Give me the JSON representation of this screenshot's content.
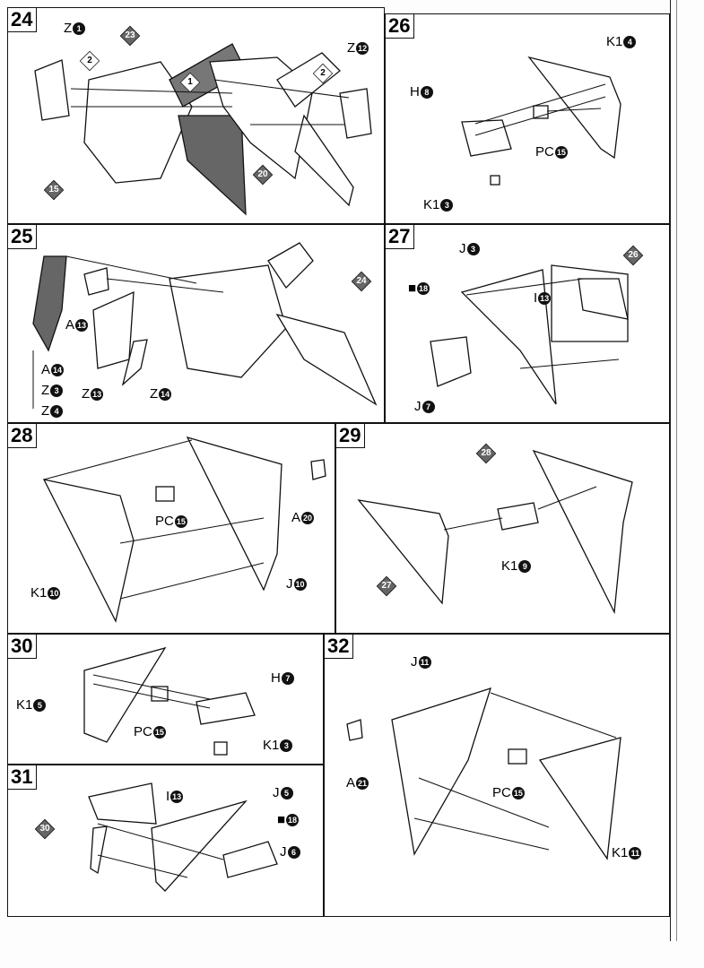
{
  "steps": {
    "s24": {
      "num": "24",
      "labels": [
        "Z",
        "Z"
      ],
      "circ": [
        "1",
        "12"
      ],
      "arrows": [
        "2",
        "2",
        "1"
      ],
      "refs": [
        "23",
        "15",
        "20"
      ]
    },
    "s25": {
      "num": "25",
      "labels": [
        "A",
        "Z",
        "Z",
        "A",
        "Z",
        "Z"
      ],
      "circ": [
        "13",
        "13",
        "14",
        "14",
        "3",
        "4"
      ],
      "refs": [
        "24"
      ]
    },
    "s26": {
      "num": "26",
      "labels": [
        "K1",
        "H",
        "PC",
        "K1"
      ],
      "circ": [
        "4",
        "8",
        "15",
        "3"
      ]
    },
    "s27": {
      "num": "27",
      "labels": [
        "J",
        "I",
        "J"
      ],
      "circ": [
        "3",
        "13",
        "7",
        "18"
      ],
      "refs": [
        "26"
      ]
    },
    "s28": {
      "num": "28",
      "labels": [
        "PC",
        "A",
        "K1",
        "J"
      ],
      "circ": [
        "15",
        "20",
        "10",
        "10"
      ]
    },
    "s29": {
      "num": "29",
      "labels": [
        "K1"
      ],
      "circ": [
        "9"
      ],
      "refs": [
        "28",
        "27"
      ]
    },
    "s30": {
      "num": "30",
      "labels": [
        "K1",
        "H",
        "PC",
        "K1"
      ],
      "circ": [
        "5",
        "7",
        "15",
        "3"
      ]
    },
    "s31": {
      "num": "31",
      "labels": [
        "I",
        "J",
        "J"
      ],
      "circ": [
        "13",
        "5",
        "6",
        "18"
      ],
      "refs": [
        "30"
      ]
    },
    "s32": {
      "num": "32",
      "labels": [
        "J",
        "A",
        "PC",
        "K1"
      ],
      "circ": [
        "11",
        "21",
        "15",
        "11"
      ]
    }
  }
}
